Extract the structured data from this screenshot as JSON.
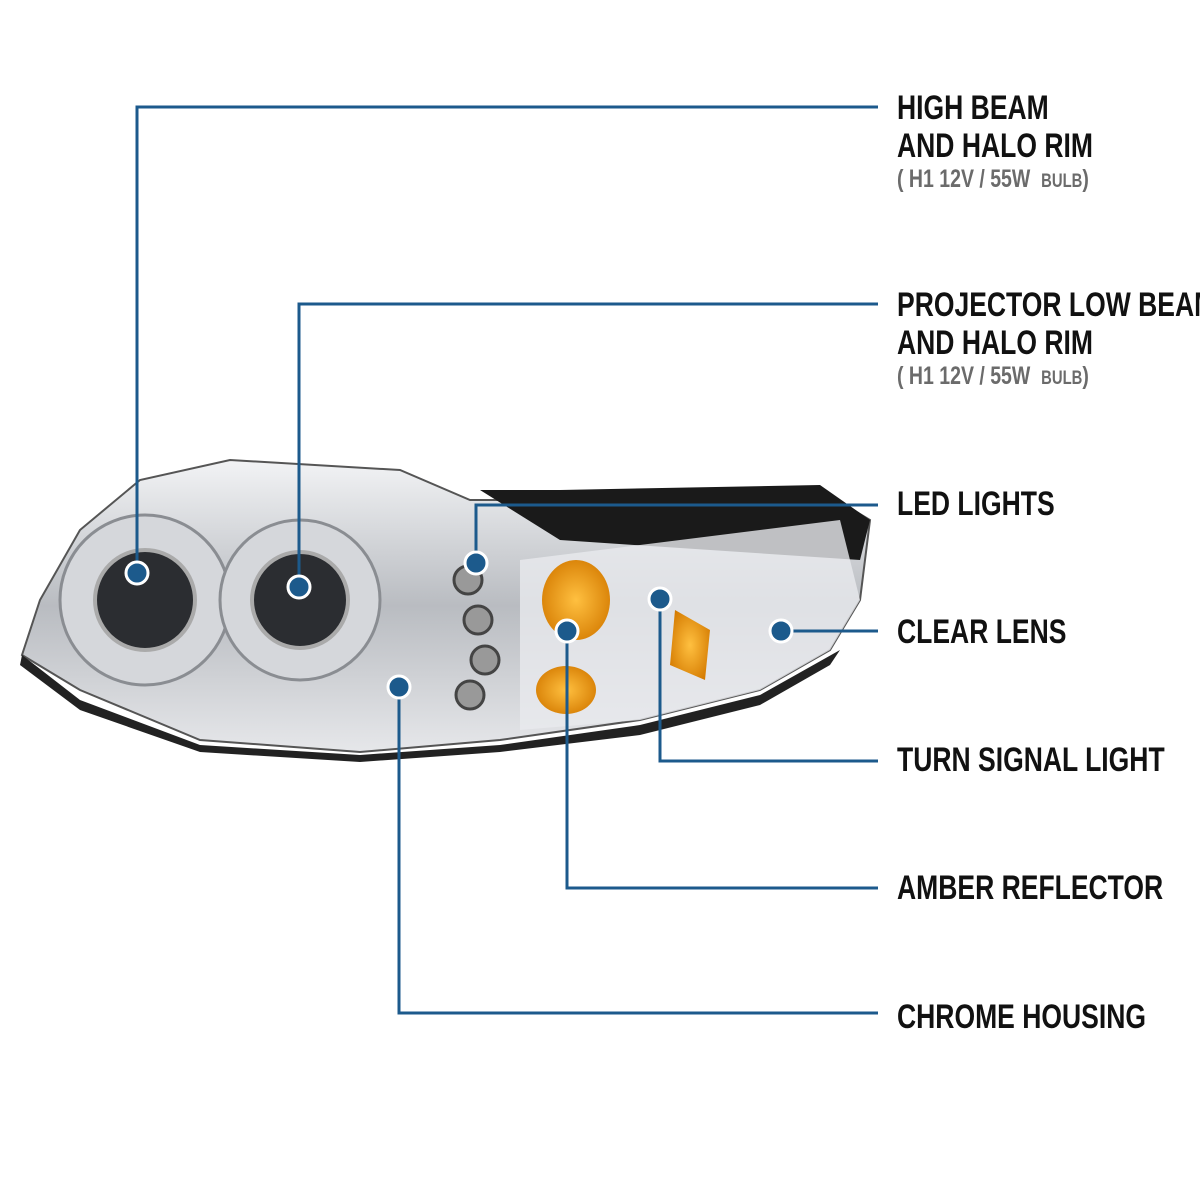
{
  "colors": {
    "callout_line": "#1c5a8c",
    "dot": "#1c5a8c",
    "chrome": "#c9ccd0",
    "amber": "#f0a020"
  },
  "callouts": [
    {
      "id": "high-beam",
      "lines": [
        "HIGH BEAM",
        "AND HALO RIM"
      ],
      "sub_open": "(",
      "sub_main": "H1  12V / 55W",
      "sub_small": "BULB",
      "sub_close": ")"
    },
    {
      "id": "projector-low-beam",
      "lines": [
        "PROJECTOR LOW BEAM",
        "AND HALO RIM"
      ],
      "sub_open": "(",
      "sub_main": "H1  12V / 55W",
      "sub_small": "BULB",
      "sub_close": ")"
    },
    {
      "id": "led-lights",
      "lines": [
        "LED LIGHTS"
      ]
    },
    {
      "id": "clear-lens",
      "lines": [
        "CLEAR LENS"
      ]
    },
    {
      "id": "turn-signal-light",
      "lines": [
        "TURN SIGNAL LIGHT"
      ]
    },
    {
      "id": "amber-reflector",
      "lines": [
        "AMBER REFLECTOR"
      ]
    },
    {
      "id": "chrome-housing",
      "lines": [
        "CHROME HOUSING"
      ]
    }
  ]
}
